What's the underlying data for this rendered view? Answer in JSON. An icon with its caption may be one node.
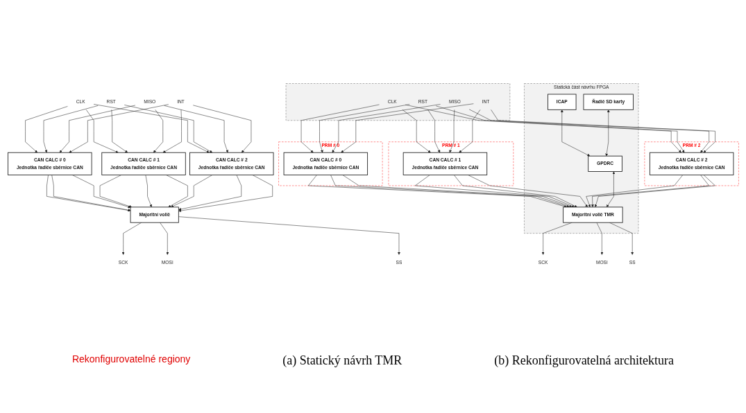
{
  "diagram": {
    "nodes": [
      {
        "text": [
          "CLK"
        ]
      },
      {
        "text": [
          "RST"
        ]
      },
      {
        "text": [
          "MISO"
        ]
      },
      {
        "text": [
          "INT"
        ]
      },
      {
        "text": [
          "CAN CALC # 0",
          "Jednotka řadiče sběrnice CAN"
        ]
      },
      {
        "text": [
          "CAN CALC # 1",
          "Jednotka řadiče sběrnice CAN"
        ]
      },
      {
        "text": [
          "CAN CALC # 2",
          "Jednotka řadiče sběrnice CAN"
        ]
      },
      {
        "text": [
          "Majoritní volič"
        ]
      },
      {
        "text": [
          "SCK"
        ]
      },
      {
        "text": [
          "MOSI"
        ]
      },
      {
        "text": [
          "SS"
        ]
      },
      {
        "text": [],
        "shape": "box"
      },
      {
        "text": [
          "CLK"
        ],
        "in": 11
      },
      {
        "text": [
          "RST"
        ],
        "in": 11
      },
      {
        "text": [
          "MISO"
        ],
        "in": 11
      },
      {
        "text": [
          "INT"
        ],
        "in": 11
      },
      {
        "text": [
          "PRM # 0"
        ]
      },
      {
        "text": [
          "CAN CALC # 0",
          "Jednotka řadiče sběrnice CAN"
        ],
        "in": 16
      },
      {
        "text": [
          "PRM # 1"
        ]
      },
      {
        "text": [
          "CAN CALC # 1",
          "Jednotka řadiče sběrnice CAN"
        ],
        "in": 18
      },
      {
        "text": [
          "PRM # 2"
        ]
      },
      {
        "text": [
          "CAN CALC # 2",
          "Jednotka řadiče sběrnice CAN"
        ],
        "in": 20
      },
      {
        "text": [
          "Statická část návrhu FPGA"
        ]
      },
      {
        "text": [
          "ICAP"
        ],
        "in": 22
      },
      {
        "text": [
          "Řadič SD karty"
        ],
        "in": 22
      },
      {
        "text": [
          "GPDRC"
        ],
        "in": 22
      },
      {
        "text": [
          "Majoritní volič TMR"
        ],
        "in": 22
      },
      {
        "text": [
          "SCK"
        ]
      },
      {
        "text": [
          "MOSI"
        ]
      },
      {
        "text": [
          "SS"
        ]
      }
    ],
    "edges": [
      {
        "from": 0,
        "to": 4,
        "arrow": "to"
      },
      {
        "from": 1,
        "to": 4,
        "arrow": "to"
      },
      {
        "from": 2,
        "to": 4,
        "arrow": "to"
      },
      {
        "from": 3,
        "to": 4,
        "arrow": "to"
      },
      {
        "from": 0,
        "to": 5,
        "arrow": "to"
      },
      {
        "from": 1,
        "to": 5,
        "arrow": "to"
      },
      {
        "from": 2,
        "to": 5,
        "arrow": "to"
      },
      {
        "from": 3,
        "to": 5,
        "arrow": "to"
      },
      {
        "from": 0,
        "to": 6,
        "arrow": "to"
      },
      {
        "from": 1,
        "to": 6,
        "arrow": "to"
      },
      {
        "from": 2,
        "to": 6,
        "arrow": "to"
      },
      {
        "from": 3,
        "to": 6,
        "arrow": "to"
      },
      {
        "from": 4,
        "to": 7,
        "arrow": "to"
      },
      {
        "from": 4,
        "to": 7,
        "arrow": "to"
      },
      {
        "from": 4,
        "to": 7,
        "arrow": "to"
      },
      {
        "from": 5,
        "to": 7,
        "arrow": "to"
      },
      {
        "from": 5,
        "to": 7,
        "arrow": "to"
      },
      {
        "from": 5,
        "to": 7,
        "arrow": "to"
      },
      {
        "from": 6,
        "to": 7,
        "arrow": "to"
      },
      {
        "from": 6,
        "to": 7,
        "arrow": "to"
      },
      {
        "from": 6,
        "to": 7,
        "arrow": "to"
      },
      {
        "from": 7,
        "to": 8,
        "arrow": "to"
      },
      {
        "from": 7,
        "to": 9,
        "arrow": "to"
      },
      {
        "from": 7,
        "to": 10,
        "arrow": "to"
      },
      {
        "from": 12,
        "to": 17,
        "arrow": "to"
      },
      {
        "from": 13,
        "to": 17,
        "arrow": "to"
      },
      {
        "from": 14,
        "to": 17,
        "arrow": "to"
      },
      {
        "from": 15,
        "to": 17,
        "arrow": "to"
      },
      {
        "from": 12,
        "to": 19,
        "arrow": "to"
      },
      {
        "from": 13,
        "to": 19,
        "arrow": "to"
      },
      {
        "from": 14,
        "to": 19,
        "arrow": "to"
      },
      {
        "from": 15,
        "to": 19,
        "arrow": "to"
      },
      {
        "from": 12,
        "to": 21,
        "arrow": "to"
      },
      {
        "from": 13,
        "to": 21,
        "arrow": "to"
      },
      {
        "from": 14,
        "to": 21,
        "arrow": "to"
      },
      {
        "from": 15,
        "to": 21,
        "arrow": "to"
      },
      {
        "from": 17,
        "to": 26,
        "arrow": "to"
      },
      {
        "from": 17,
        "to": 26,
        "arrow": "to"
      },
      {
        "from": 17,
        "to": 26,
        "arrow": "to"
      },
      {
        "from": 19,
        "to": 26,
        "arrow": "to"
      },
      {
        "from": 19,
        "to": 26,
        "arrow": "to"
      },
      {
        "from": 19,
        "to": 26,
        "arrow": "to"
      },
      {
        "from": 21,
        "to": 26,
        "arrow": "to"
      },
      {
        "from": 21,
        "to": 26,
        "arrow": "to"
      },
      {
        "from": 21,
        "to": 26,
        "arrow": "to"
      },
      {
        "from": 23,
        "to": 25,
        "arrow": "both"
      },
      {
        "from": 24,
        "to": 25,
        "arrow": "both"
      },
      {
        "from": 25,
        "to": 26,
        "arrow": "both"
      },
      {
        "from": 26,
        "to": 27,
        "arrow": "to"
      },
      {
        "from": 26,
        "to": 28,
        "arrow": "to"
      },
      {
        "from": 26,
        "to": 29,
        "arrow": "to"
      }
    ],
    "labels": [
      "Rekonfigurovatelné regiony",
      "(a) Statický návrh TMR",
      "(b) Rekonfigurovatelná architektura"
    ]
  }
}
